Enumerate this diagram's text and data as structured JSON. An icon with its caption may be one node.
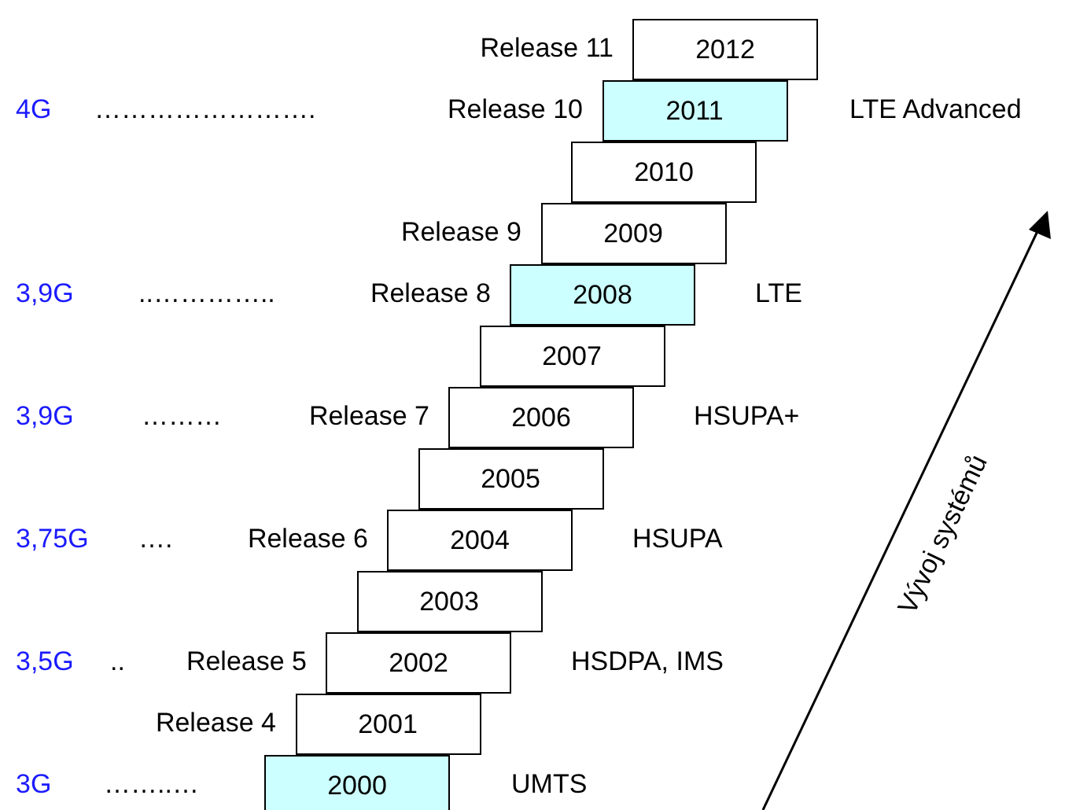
{
  "diagram": {
    "nodes": [
      {
        "text": [
          "2012"
        ],
        "beside": [
          "Release 11"
        ]
      },
      {
        "text": [
          "2011"
        ],
        "beside": [
          "Release 10"
        ]
      },
      {
        "text": [
          "2010"
        ]
      },
      {
        "text": [
          "2009"
        ],
        "beside": [
          "Release 9"
        ]
      },
      {
        "text": [
          "2008"
        ],
        "beside": [
          "Release 8"
        ]
      },
      {
        "text": [
          "2007"
        ]
      },
      {
        "text": [
          "2006"
        ],
        "beside": [
          "Release 7"
        ]
      },
      {
        "text": [
          "2005"
        ]
      },
      {
        "text": [
          "2004"
        ],
        "beside": [
          "Release 6"
        ]
      },
      {
        "text": [
          "2003"
        ]
      },
      {
        "text": [
          "2002"
        ],
        "beside": [
          "Release 5"
        ]
      },
      {
        "text": [
          "2001"
        ],
        "beside": [
          "Release 4"
        ]
      },
      {
        "text": [
          "2000"
        ]
      }
    ],
    "edges": [],
    "labels": [
      "4G",
      "…………………….",
      "LTE Advanced",
      "3,9G",
      "..…………..",
      "LTE",
      "3,9G",
      "………",
      "HSUPA+",
      "3,75G",
      "….",
      "HSUPA",
      "3,5G",
      "..",
      "HSDPA, IMS",
      "3G",
      "……..…",
      "UMTS",
      "Vývoj systémů"
    ]
  }
}
